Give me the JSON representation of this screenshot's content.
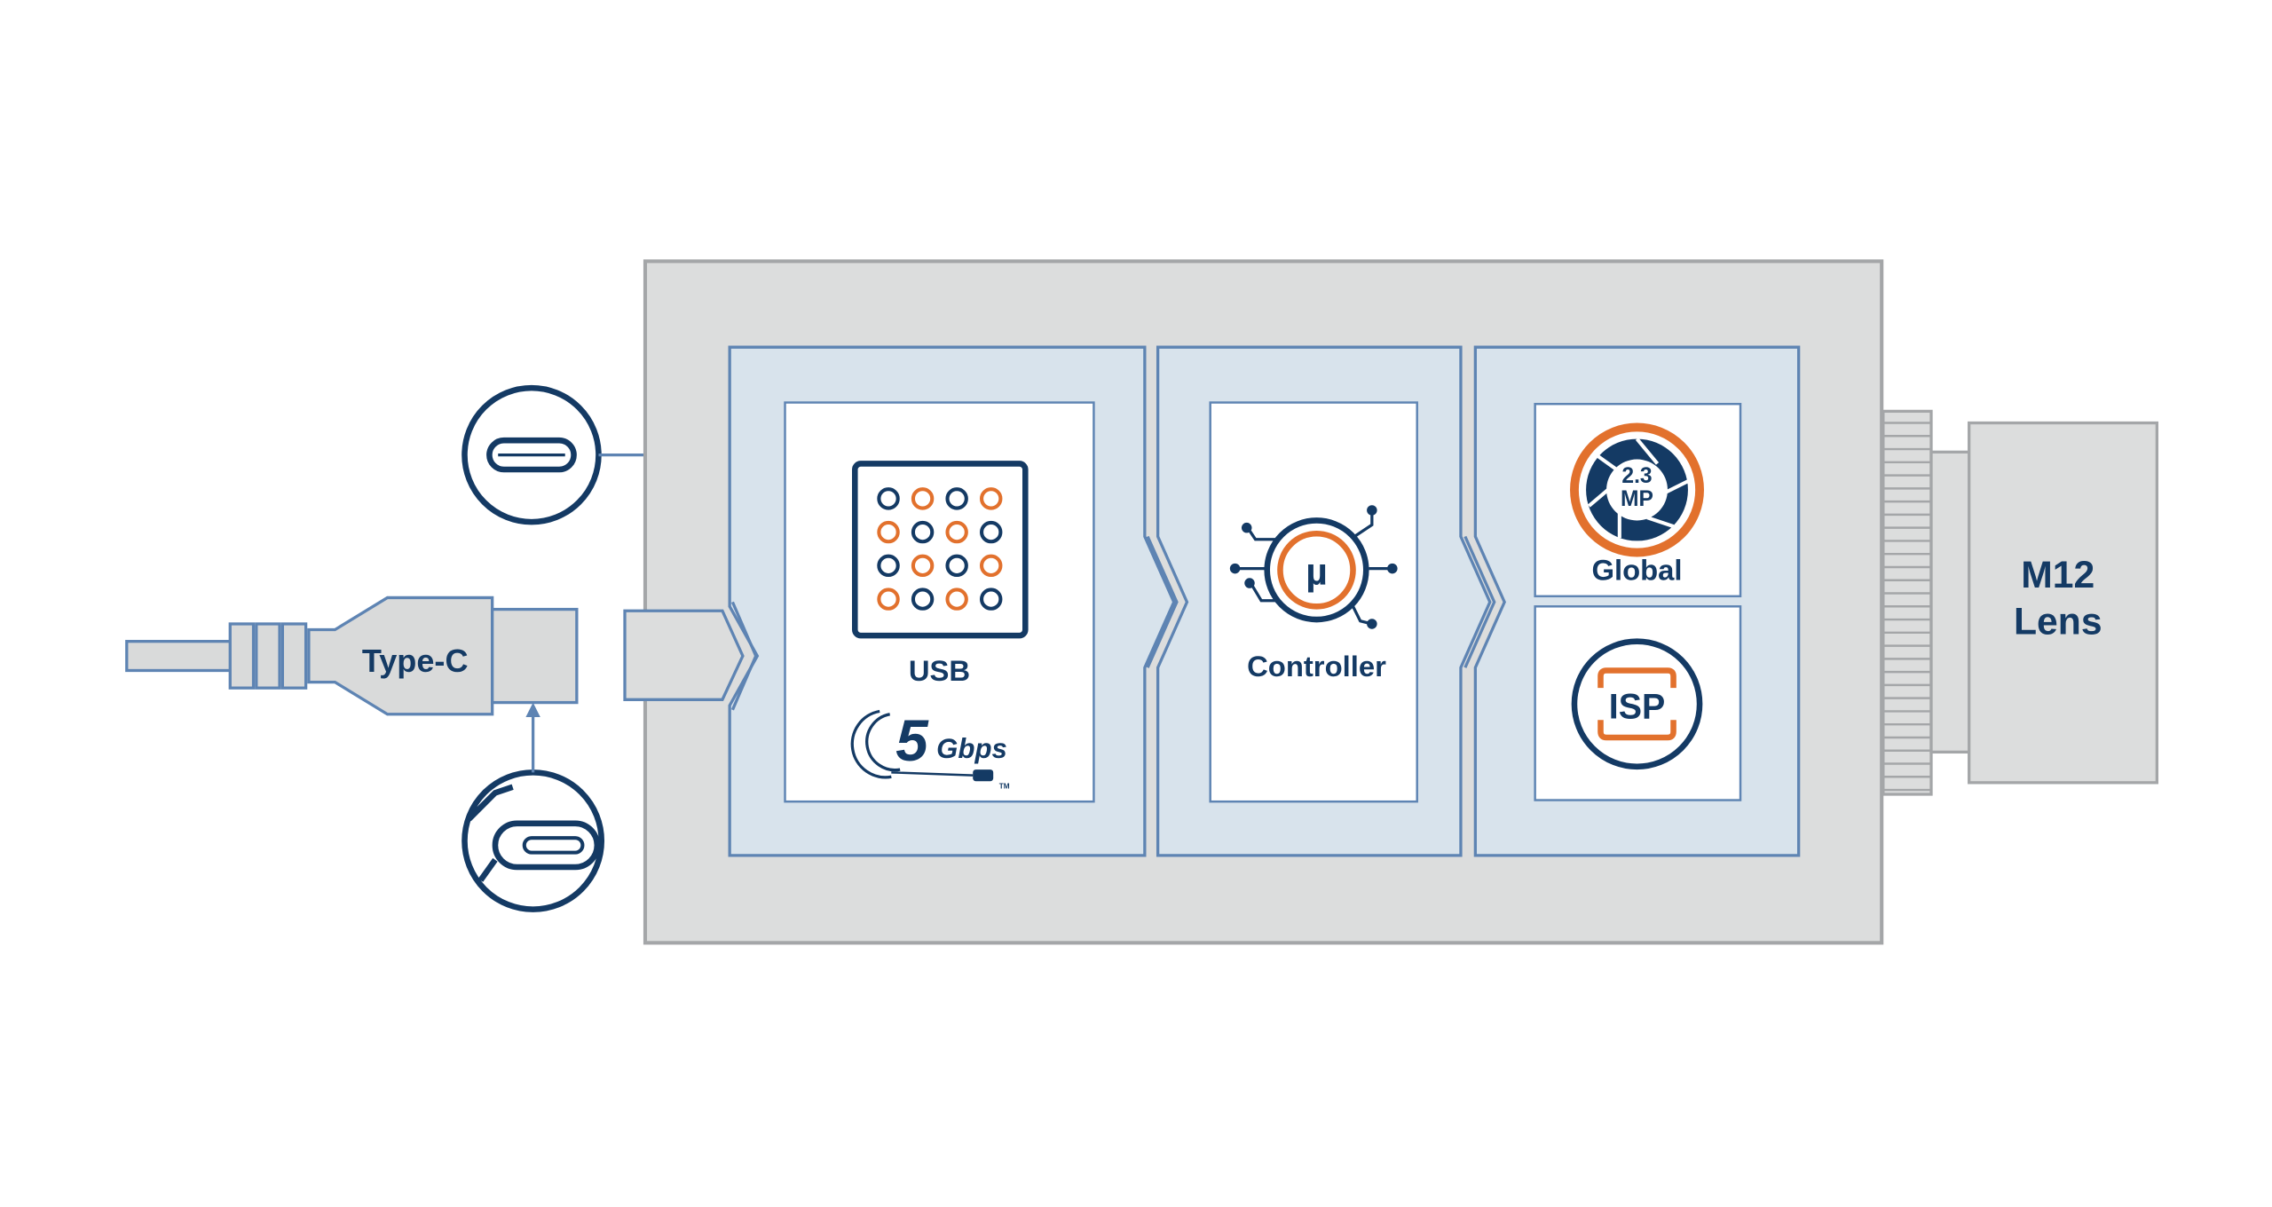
{
  "labels": {
    "cable": "Type-C",
    "usb": "USB",
    "speed_num": "5",
    "speed_unit": "Gbps",
    "speed_tm": "TM",
    "controller": "Controller",
    "micro": "µ",
    "sensor_res_1": "2.3",
    "sensor_res_2": "MP",
    "sensor_shutter": "Global",
    "isp": "ISP",
    "lens_1": "M12",
    "lens_2": "Lens"
  },
  "colors": {
    "navy": "#143A64",
    "orange": "#E2712D",
    "blue_line": "#5E84B3",
    "housing": "#DCDDDD",
    "housing_border": "#A4A6A8",
    "panel": "#D8E3EC",
    "connector": "#D9DADA"
  },
  "icons": {
    "pixel_matrix": "pixel-grid-icon",
    "usb_c_port": "usb-c-port-icon",
    "usb_c_plug": "usb-c-plug-icon",
    "microcontroller": "microcontroller-icon",
    "shutter": "aperture-icon",
    "isp": "isp-icon"
  }
}
